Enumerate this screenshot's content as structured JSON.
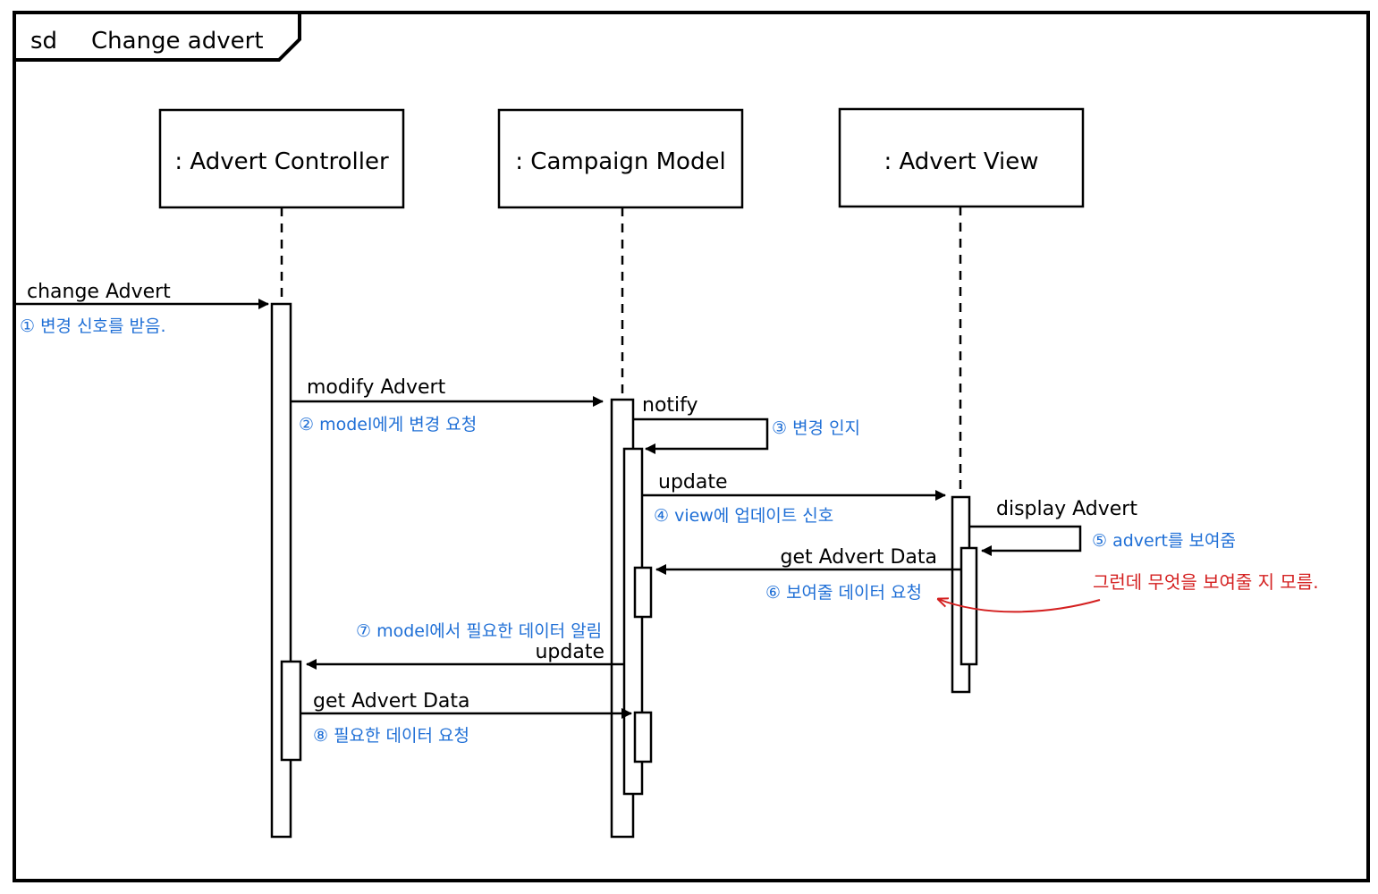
{
  "frame": {
    "kind": "sd",
    "title": "Change advert"
  },
  "lifelines": [
    {
      "id": "controller",
      "label": ": Advert Controller"
    },
    {
      "id": "model",
      "label": ": Campaign Model"
    },
    {
      "id": "view",
      "label": ": Advert View"
    }
  ],
  "messages": [
    {
      "id": "m1",
      "label": "change Advert",
      "from": "external",
      "to": "controller",
      "note": "① 변경 신호를 받음."
    },
    {
      "id": "m2",
      "label": "modify Advert",
      "from": "controller",
      "to": "model",
      "note": "② model에게 변경 요청"
    },
    {
      "id": "m3",
      "label": "notify",
      "from": "model",
      "to": "model",
      "note": "③ 변경 인지"
    },
    {
      "id": "m4",
      "label": "update",
      "from": "model",
      "to": "view",
      "note": "④ view에 업데이트 신호"
    },
    {
      "id": "m5",
      "label": "display Advert",
      "from": "view",
      "to": "view",
      "note": "⑤ advert를 보여줌"
    },
    {
      "id": "m6",
      "label": "get Advert Data",
      "from": "view",
      "to": "model",
      "note": "⑥ 보여줄 데이터 요청"
    },
    {
      "id": "m7",
      "label": "update",
      "from": "model",
      "to": "controller",
      "note": "⑦ model에서 필요한 데이터 알림"
    },
    {
      "id": "m8",
      "label": "get Advert Data",
      "from": "controller",
      "to": "model",
      "note": "⑧ 필요한 데이터 요청"
    }
  ],
  "comment": {
    "text": "그런데 무엇을 보여줄 지 모름."
  },
  "colors": {
    "ink": "#000000",
    "note_blue": "#1f6fd6",
    "comment_red": "#d42020"
  }
}
